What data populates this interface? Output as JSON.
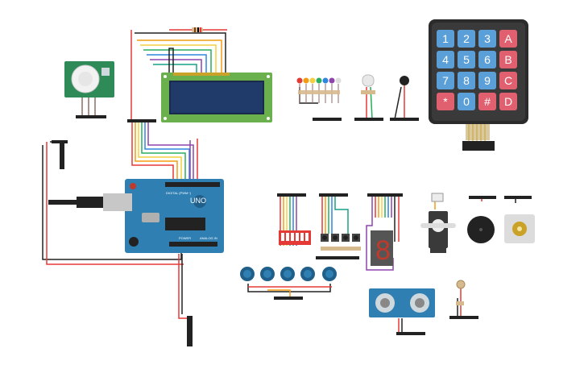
{
  "board": {
    "brand_label": "UNO",
    "digital_label": "DIGITAL (PWM~)",
    "power_label": "POWER",
    "analog_label": "ANALOG IN"
  },
  "keypad": {
    "keys": [
      {
        "label": "1",
        "color": "#5b9fd8"
      },
      {
        "label": "2",
        "color": "#5b9fd8"
      },
      {
        "label": "3",
        "color": "#5b9fd8"
      },
      {
        "label": "A",
        "color": "#e06070"
      },
      {
        "label": "4",
        "color": "#5b9fd8"
      },
      {
        "label": "5",
        "color": "#5b9fd8"
      },
      {
        "label": "6",
        "color": "#5b9fd8"
      },
      {
        "label": "B",
        "color": "#e06070"
      },
      {
        "label": "7",
        "color": "#5b9fd8"
      },
      {
        "label": "8",
        "color": "#5b9fd8"
      },
      {
        "label": "9",
        "color": "#5b9fd8"
      },
      {
        "label": "C",
        "color": "#e06070"
      },
      {
        "label": "*",
        "color": "#e06070"
      },
      {
        "label": "0",
        "color": "#5b9fd8"
      },
      {
        "label": "#",
        "color": "#e06070"
      },
      {
        "label": "D",
        "color": "#e06070"
      }
    ]
  },
  "seven_segment": {
    "digit": "8"
  },
  "colors": {
    "wire_red": "#e53935",
    "wire_black": "#222222",
    "wire_orange": "#f39c12",
    "wire_yellow": "#f4d03f",
    "wire_green": "#27ae60",
    "wire_blue": "#2e86de",
    "wire_purple": "#8e44ad",
    "wire_teal": "#16a085",
    "board_blue": "#2f7fb3",
    "lcd_green": "#6ab04c",
    "pcb_green": "#2e8b57",
    "keypad_body": "#2b2b2b"
  },
  "icons": [
    "pir-sensor-icon",
    "lcd-icon",
    "led-icon",
    "rgb-led-icon",
    "vibration-motor-icon",
    "keypad-icon",
    "arduino-board-icon",
    "usb-connector-icon",
    "dip-switch-icon",
    "pushbutton-icon",
    "seven-segment-icon",
    "servo-icon",
    "piezo-buzzer-icon",
    "dc-motor-icon",
    "potentiometer-icon",
    "ultrasonic-sensor-icon",
    "photoresistor-icon"
  ]
}
